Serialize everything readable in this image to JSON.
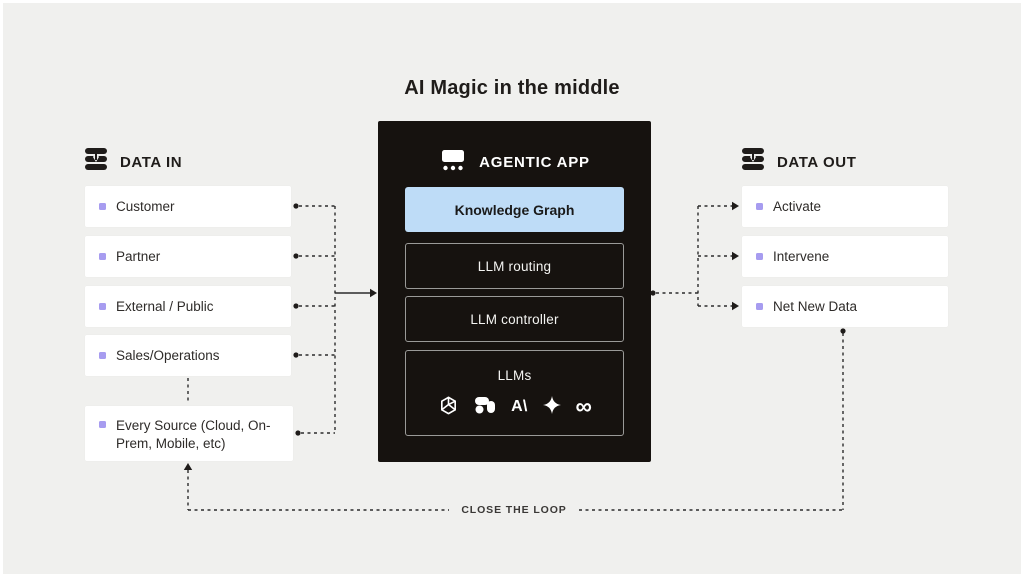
{
  "title": "AI Magic in the middle",
  "colors": {
    "background": "#f0f0ee",
    "card": "#ffffff",
    "bullet": "#a79cf0",
    "panel": "#16120f",
    "knowledge_graph_bg": "#bedcf7",
    "connector": "#2b2b2b"
  },
  "data_in": {
    "header": "DATA IN",
    "icon": "database-stack-icon",
    "items": [
      "Customer",
      "Partner",
      "External / Public",
      "Sales/Operations",
      "Every Source (Cloud, On-Prem, Mobile, etc)"
    ]
  },
  "agentic_app": {
    "header": "AGENTIC APP",
    "icon": "app-window-icon",
    "knowledge_graph": "Knowledge Graph",
    "llm_routing": "LLM routing",
    "llm_controller": "LLM controller",
    "llms": "LLMs",
    "provider_icons": [
      "openai-logo",
      "cohere-logo",
      "anthropic-logo",
      "gemini-logo",
      "meta-logo"
    ],
    "anthropic_glyph": "A\\",
    "meta_glyph": "∞"
  },
  "data_out": {
    "header": "DATA OUT",
    "icon": "database-stack-icon",
    "items": [
      "Activate",
      "Intervene",
      "Net New Data"
    ]
  },
  "loop_label": "CLOSE THE LOOP"
}
